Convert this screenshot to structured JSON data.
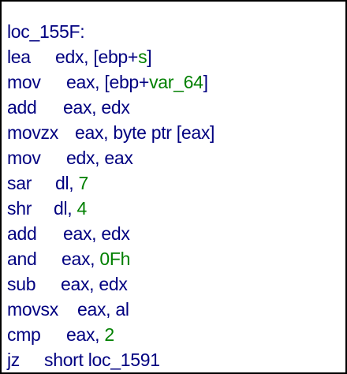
{
  "block": {
    "label": "loc_155F:",
    "instructions": [
      {
        "mnemonic": "lea",
        "operands": [
          {
            "text": "edx, [ebp+"
          },
          {
            "text": "s",
            "hl": true
          },
          {
            "text": "]"
          }
        ]
      },
      {
        "mnemonic": "mov",
        "operands": [
          {
            "text": "eax, [ebp+"
          },
          {
            "text": "var_64",
            "hl": true
          },
          {
            "text": "]"
          }
        ]
      },
      {
        "mnemonic": "add",
        "operands": [
          {
            "text": "eax, edx"
          }
        ]
      },
      {
        "mnemonic": "movzx",
        "operands": [
          {
            "text": "eax, byte ptr [eax]"
          }
        ]
      },
      {
        "mnemonic": "mov",
        "operands": [
          {
            "text": "edx, eax"
          }
        ]
      },
      {
        "mnemonic": "sar",
        "operands": [
          {
            "text": "dl, "
          },
          {
            "text": "7",
            "hl": true
          }
        ]
      },
      {
        "mnemonic": "shr",
        "operands": [
          {
            "text": "dl, "
          },
          {
            "text": "4",
            "hl": true
          }
        ]
      },
      {
        "mnemonic": "add",
        "operands": [
          {
            "text": "eax, edx"
          }
        ]
      },
      {
        "mnemonic": "and",
        "operands": [
          {
            "text": "eax, "
          },
          {
            "text": "0Fh",
            "hl": true
          }
        ]
      },
      {
        "mnemonic": "sub",
        "operands": [
          {
            "text": "eax, edx"
          }
        ]
      },
      {
        "mnemonic": "movsx",
        "operands": [
          {
            "text": "eax, al"
          }
        ]
      },
      {
        "mnemonic": "cmp",
        "operands": [
          {
            "text": "eax, "
          },
          {
            "text": "2",
            "hl": true
          }
        ]
      },
      {
        "mnemonic": "jz",
        "operands": [
          {
            "text": "short loc_1591"
          }
        ]
      }
    ]
  },
  "colors": {
    "code_text": "#000080",
    "highlight": "#008000",
    "border": "#000000",
    "background": "#ffffff"
  }
}
